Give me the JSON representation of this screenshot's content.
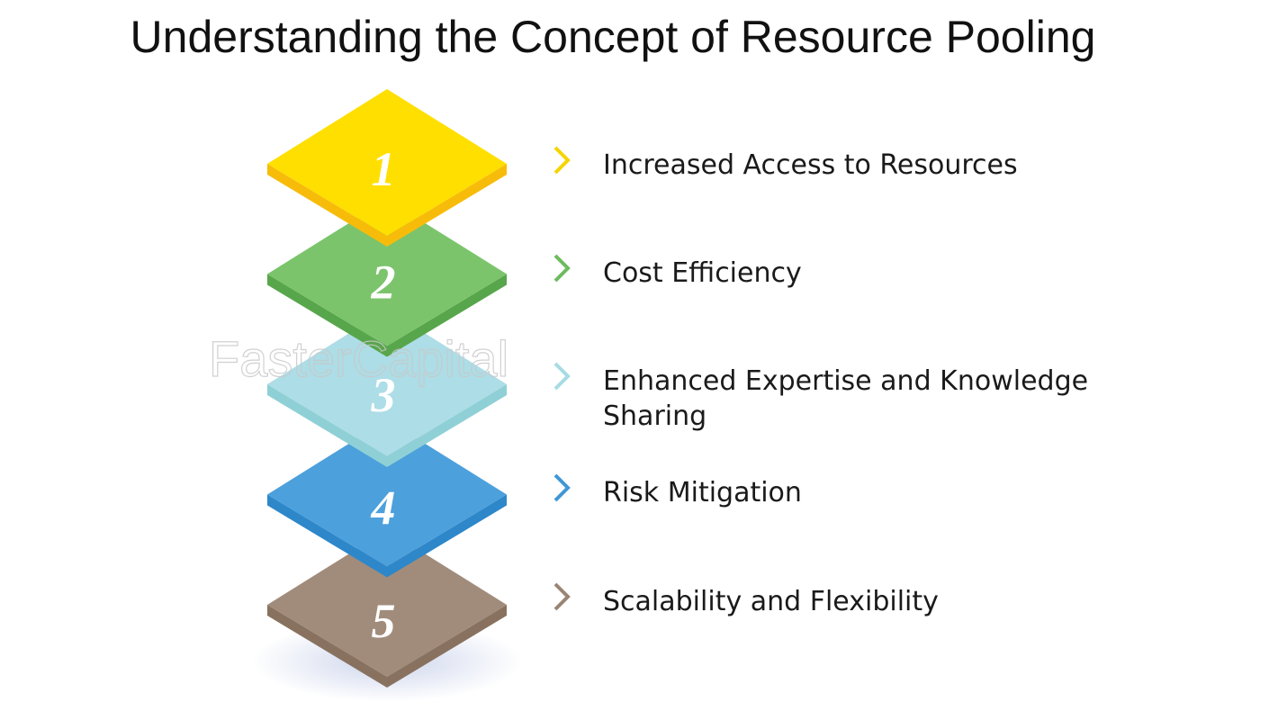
{
  "title": "Understanding the Concept of Resource Pooling",
  "watermark": "FasterCapital",
  "layers": [
    {
      "number": "1",
      "label": "Increased Access to Resources",
      "top": "#FFDF00",
      "side": "#F7BC0A",
      "chevron": "#F5D400"
    },
    {
      "number": "2",
      "label": "Cost Efficiency",
      "top": "#7BC46C",
      "side": "#58A64C",
      "chevron": "#6DBB5E"
    },
    {
      "number": "3",
      "label": "Enhanced Expertise and Knowledge Sharing",
      "top": "#ADDDE6",
      "side": "#8FD0D6",
      "chevron": "#A6DCE4"
    },
    {
      "number": "4",
      "label": "Risk Mitigation",
      "top": "#4CA0DC",
      "side": "#2D87C9",
      "chevron": "#3F97D6"
    },
    {
      "number": "5",
      "label": "Scalability and Flexibility",
      "top": "#A18C7B",
      "side": "#88725F",
      "chevron": "#9A8574"
    }
  ]
}
